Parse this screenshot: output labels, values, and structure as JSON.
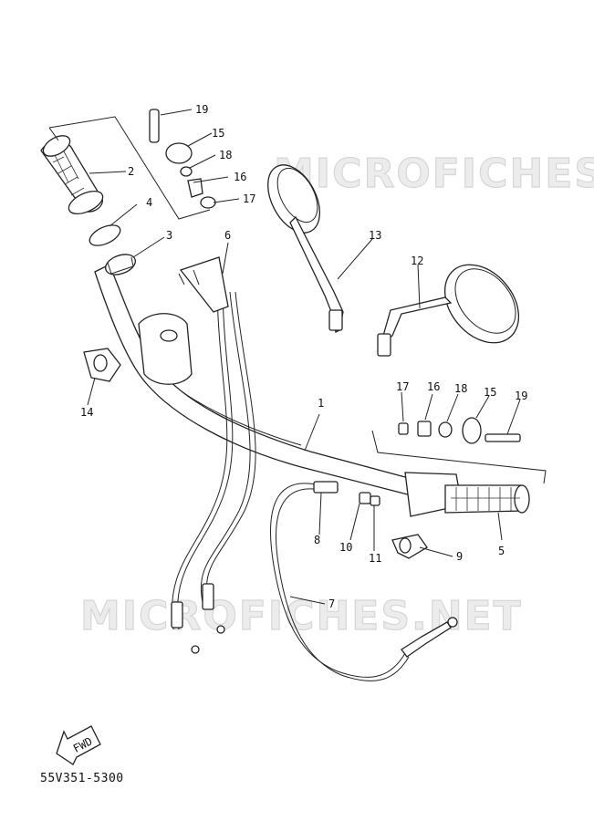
{
  "watermark": {
    "text_top": "MICROFICHES.NET",
    "text_bottom": "MICROFICHES.NET"
  },
  "callouts": {
    "c1": "1",
    "c2": "2",
    "c3": "3",
    "c4": "4",
    "c5": "5",
    "c6": "6",
    "c7": "7",
    "c8": "8",
    "c9": "9",
    "c10": "10",
    "c11": "11",
    "c12": "12",
    "c13": "13",
    "c14": "14",
    "c15a": "15",
    "c16a": "16",
    "c17a": "17",
    "c18a": "18",
    "c19a": "19",
    "c15b": "15",
    "c16b": "16",
    "c17b": "17",
    "c18b": "18",
    "c19b": "19"
  },
  "fwd_label": "FWD",
  "diagram_code": "55V351-5300"
}
